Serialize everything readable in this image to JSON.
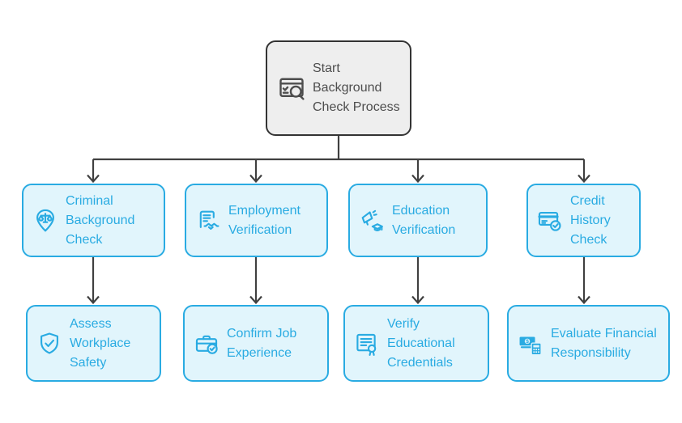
{
  "colors": {
    "node_border": "#29ABE2",
    "node_fill": "#E1F5FC",
    "node_text": "#29ABE2",
    "start_fill": "#EEEEEE",
    "start_border": "#333333",
    "start_text": "#4D4D4D",
    "arrow": "#404040",
    "background": "#FFFFFF"
  },
  "flowchart": {
    "start": {
      "label": "Start Background Check Process",
      "icon": "background-check-search-icon"
    },
    "branches": [
      {
        "check": {
          "label": "Criminal Background Check",
          "icon": "justice-scales-pin-icon"
        },
        "outcome": {
          "label": "Assess Workplace Safety",
          "icon": "shield-check-icon"
        }
      },
      {
        "check": {
          "label": "Employment Verification",
          "icon": "document-handshake-icon"
        },
        "outcome": {
          "label": "Confirm Job Experience",
          "icon": "briefcase-check-badge-icon"
        }
      },
      {
        "check": {
          "label": "Education Verification",
          "icon": "megaphone-graduation-cap-icon"
        },
        "outcome": {
          "label": "Verify Educational Credentials",
          "icon": "certificate-ribbon-icon"
        }
      },
      {
        "check": {
          "label": "Credit History Check",
          "icon": "credit-card-check-icon"
        },
        "outcome": {
          "label": "Evaluate Financial Responsibility",
          "icon": "money-calculator-icon"
        }
      }
    ]
  }
}
